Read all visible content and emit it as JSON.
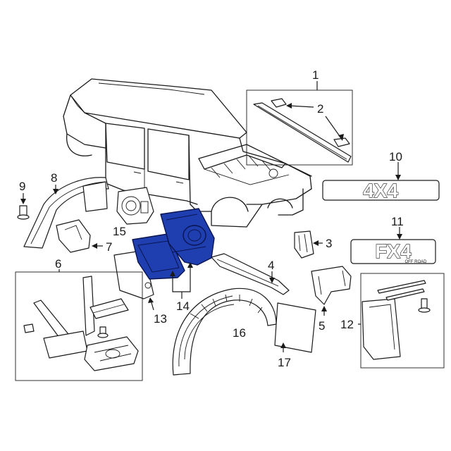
{
  "diagram": {
    "highlight_color": "#1f3fb0",
    "callouts": [
      "1",
      "2",
      "3",
      "4",
      "5",
      "6",
      "7",
      "8",
      "9",
      "10",
      "11",
      "12",
      "13",
      "14",
      "15",
      "16",
      "17"
    ],
    "badges": {
      "four_by_four": "4X4",
      "fx4": "FX4",
      "fx4_sub": "OFF ROAD"
    }
  }
}
